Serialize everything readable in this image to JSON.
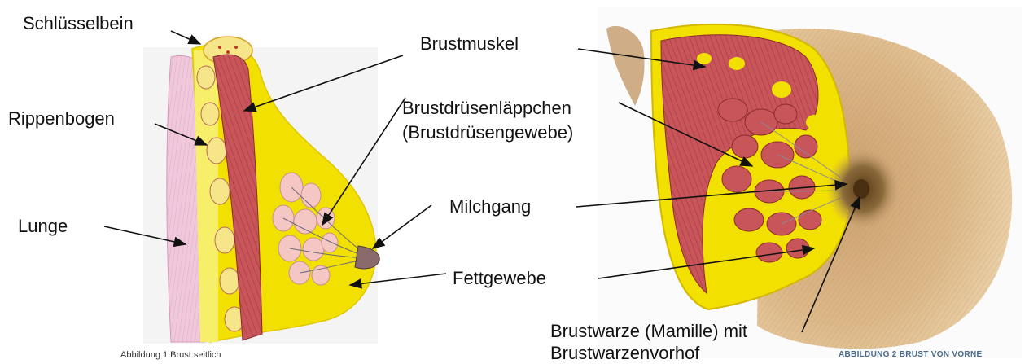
{
  "figure1": {
    "labels": {
      "clavicle": "Schlüsselbein",
      "ribs": "Rippenbogen",
      "lung": "Lunge"
    },
    "caption": "Abbildung 1 Brust seitlich"
  },
  "figure2": {
    "labels": {
      "pectoral_muscle": "Brustmuskel",
      "lobules_line1": "Brustdrüsenläppchen",
      "lobules_line2": "(Brustdrüsengewebe)",
      "milk_duct": "Milchgang",
      "fat_tissue": "Fettgewebe",
      "nipple_line1": "Brustwarze (Mamille) mit",
      "nipple_line2": "Brustwarzenvorhof"
    },
    "caption": "ABBILDUNG 2 BRUST VON VORNE"
  },
  "colors": {
    "fat": "#f2e000",
    "fat_light": "#f7ee6a",
    "muscle": "#c8555a",
    "muscle_dark": "#a8383e",
    "lung": "#f0c8dc",
    "gland": "#f4c6c4",
    "skin": "#d8b078",
    "areola": "#7a5a30",
    "arrow": "#111111"
  }
}
